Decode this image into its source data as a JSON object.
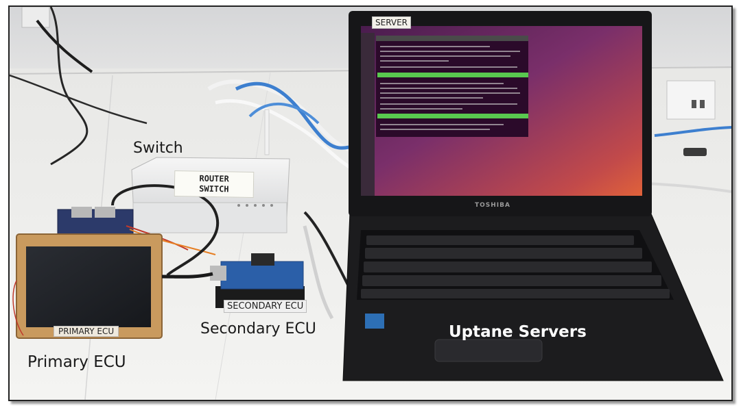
{
  "labels": {
    "switch": "Switch",
    "secondary_ecu": "Secondary ECU",
    "primary_ecu": "Primary ECU",
    "uptane_servers": "Uptane Servers"
  },
  "stickers": {
    "server": "SERVER",
    "router_line1": "ROUTER",
    "router_line2": "SWITCH",
    "primary_ecu": "PRIMARY ECU",
    "secondary_ecu": "SECONDARY ECU",
    "laptop_brand": "TOSHIBA"
  },
  "colors": {
    "desktop_purple": "#7a2f6a",
    "desktop_orange": "#e0623a",
    "terminal_bg": "#2b0a2a",
    "terminal_green": "#59c84f",
    "cable_blue": "#3d7fcf",
    "wood_frame": "#c99a5e"
  }
}
